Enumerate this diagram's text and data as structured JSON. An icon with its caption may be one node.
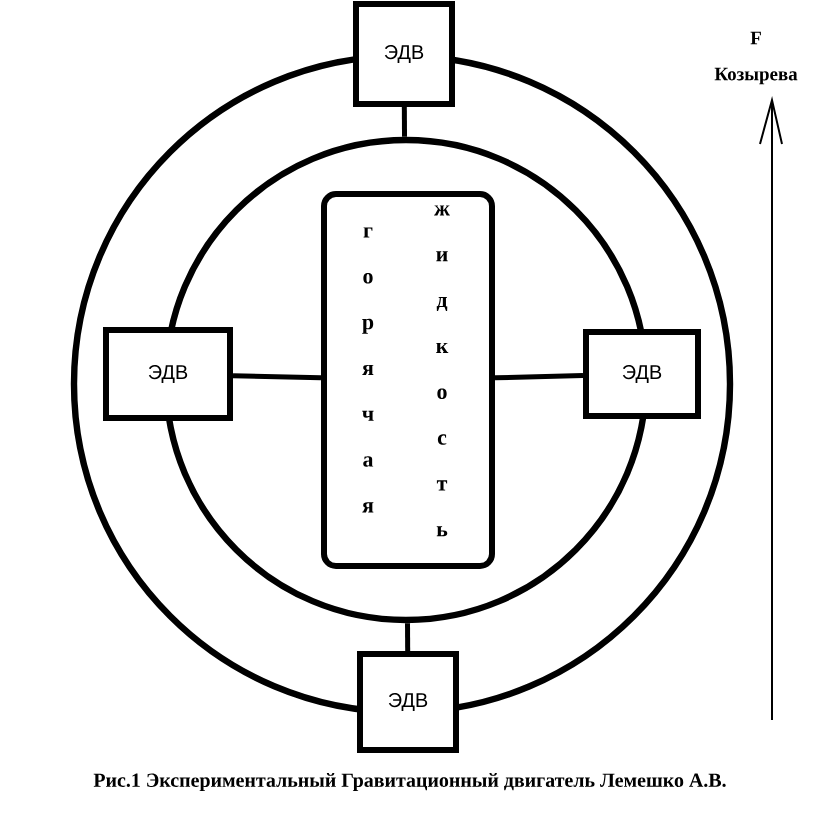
{
  "diagram": {
    "caption": "Рис.1 Экспериментальный Гравитационный двигатель Лемешко А.В.",
    "nodes": [
      {
        "text": [],
        "shape": "circle"
      },
      {
        "text": [],
        "shape": "circle",
        "in": 0
      },
      {
        "text": [
          "ЭДВ"
        ]
      },
      {
        "text": [
          "ЭДВ"
        ],
        "in": 0
      },
      {
        "text": [
          "горячая",
          "жидкость"
        ],
        "in": 1
      },
      {
        "text": [
          "ЭДВ"
        ],
        "in": 0
      },
      {
        "text": [
          "ЭДВ"
        ]
      }
    ],
    "edges": [
      {
        "from": 2,
        "to": 1,
        "arrow": "none"
      },
      {
        "from": 3,
        "to": 4,
        "arrow": "none"
      },
      {
        "from": 4,
        "to": 5,
        "arrow": "none"
      },
      {
        "from": 1,
        "to": 6,
        "arrow": "none"
      }
    ],
    "labels": [
      "F",
      "Козырева"
    ]
  }
}
